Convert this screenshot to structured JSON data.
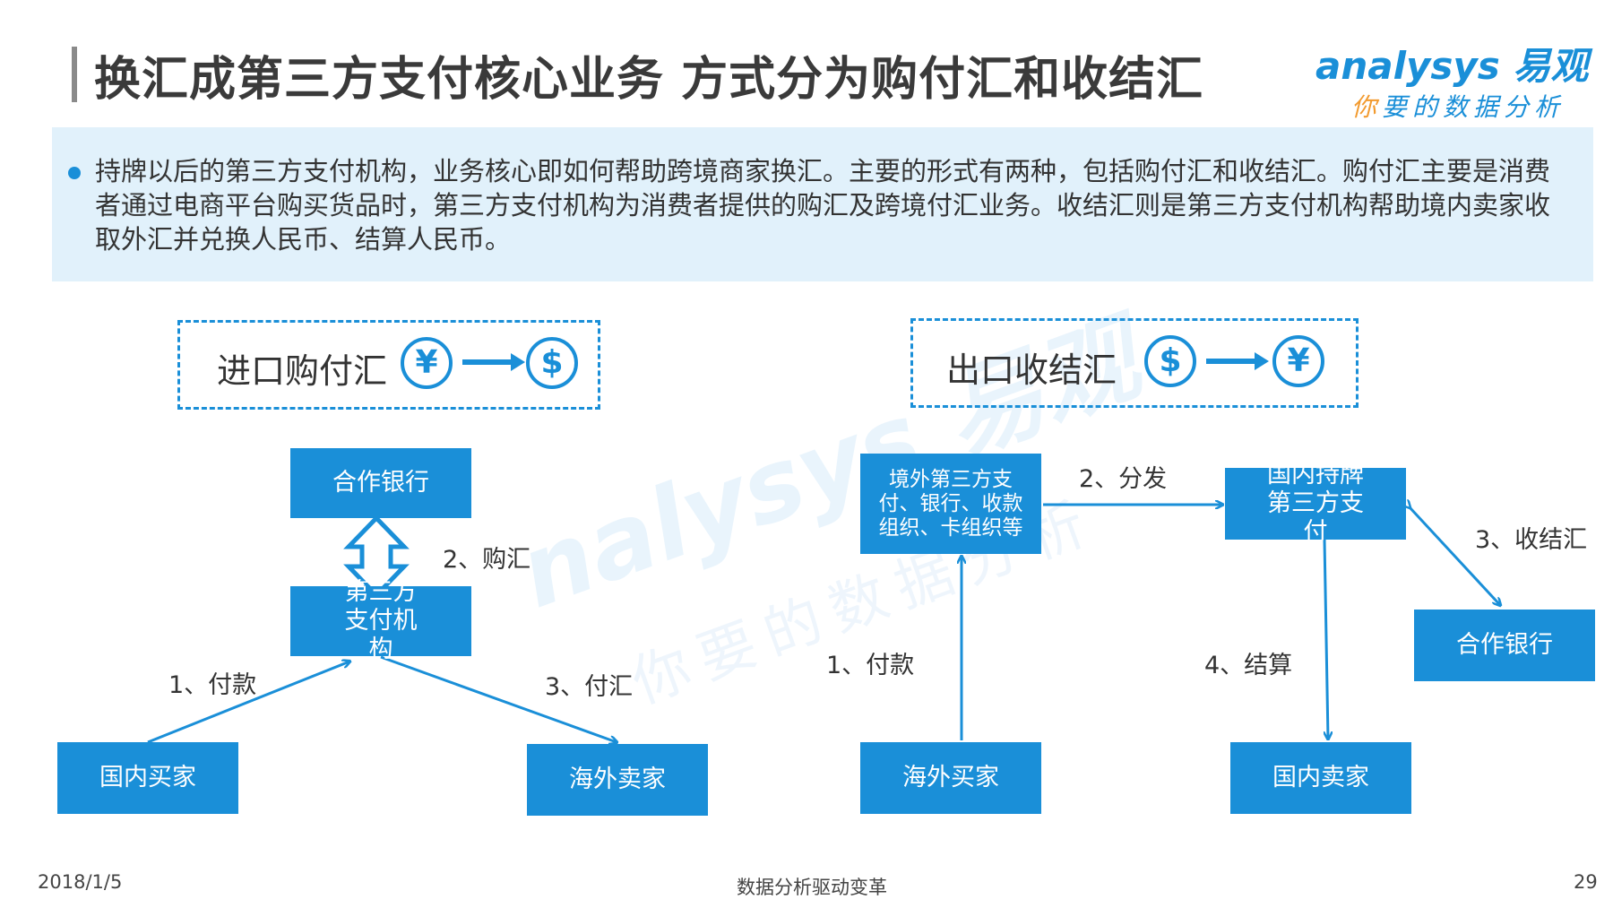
{
  "title": "换汇成第三方支付核心业务 方式分为购付汇和收结汇",
  "logo": {
    "brand": "analysys",
    "brand_cn": "易观",
    "slogan_first": "你",
    "slogan_rest": "要的数据分析"
  },
  "summary": "持牌以后的第三方支付机构，业务核心即如何帮助跨境商家换汇。主要的形式有两种，包括购付汇和收结汇。购付汇主要是消费者通过电商平台购买货品时，第三方支付机构为消费者提供的购汇及跨境付汇业务。收结汇则是第三方支付机构帮助境内卖家收取外汇并兑换人民币、结算人民币。",
  "left": {
    "header": "进口购付汇",
    "coin_from": "¥",
    "coin_to": "$",
    "nodes": {
      "bank": "合作银行",
      "third_party": "第三方支付机构",
      "domestic_buyer": "国内买家",
      "overseas_seller": "海外卖家"
    },
    "edges": {
      "exchange": "2、购汇",
      "pay": "1、付款",
      "remit": "3、付汇"
    }
  },
  "right": {
    "header": "出口收结汇",
    "coin_from": "$",
    "coin_to": "¥",
    "nodes": {
      "overseas_third_party": "境外第三方支付、银行、收款组织、卡组织等",
      "domestic_third_party": "国内持牌第三方支付",
      "bank": "合作银行",
      "overseas_buyer": "海外买家",
      "domestic_seller": "国内卖家"
    },
    "edges": {
      "distribute": "2、分发",
      "collect": "3、收结汇",
      "pay": "1、付款",
      "settle": "4、结算"
    }
  },
  "watermark": {
    "brand": "nalysys 易观",
    "slogan": "你要的数据分析"
  },
  "footer": {
    "date": "2018/1/5",
    "center": "数据分析驱动变革",
    "page": "29"
  },
  "colors": {
    "accent": "#1a8fd8",
    "summary_bg": "#e1f1fb",
    "logo_orange": "#f29a2e"
  }
}
